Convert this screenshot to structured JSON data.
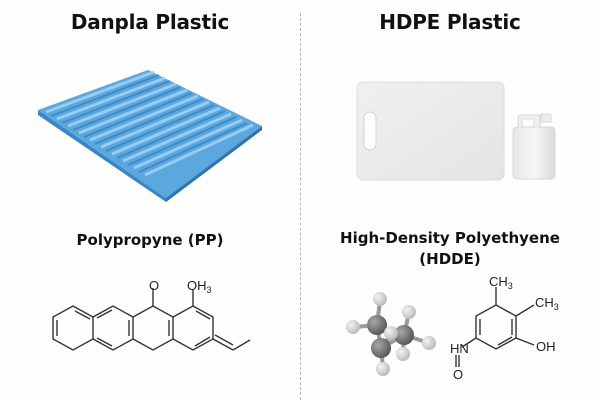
{
  "left": {
    "title": "Danpla Plastic",
    "image": "corrugated-blue-plastic-sheet",
    "image_color": "#5aa8de",
    "subtitle": "Polypropyne (PP)",
    "structure": {
      "type": "skeletal-formula",
      "labels": {
        "ketone_o": "O",
        "oh3": "OH",
        "oh3_sub": "3"
      }
    }
  },
  "right": {
    "title": "HDPE Plastic",
    "images": [
      "white-cutting-board",
      "white-plastic-jug"
    ],
    "subtitle_line1": "High-Density Polyethyene",
    "subtitle_line2": "(HDDE)",
    "ball_and_stick": "3d-molecule-model",
    "structure": {
      "type": "skeletal-formula",
      "labels": {
        "ch3_top": "CH",
        "ch3_top_sub": "3",
        "ch3_right": "CH",
        "ch3_right_sub": "3",
        "oh": "OH",
        "hn": "HN",
        "o": "O"
      }
    }
  },
  "colors": {
    "background": "#fdfdfc",
    "divider": "#b8b8b8",
    "sheet_blue": "#5aa8de",
    "text": "#111111"
  }
}
